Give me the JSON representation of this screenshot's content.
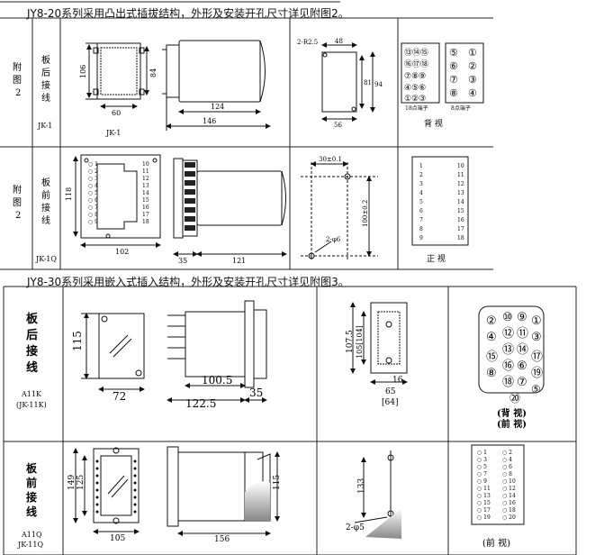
{
  "section1": {
    "heading": "JY8-20系列采用凸出式插拔结构，外形及安装开孔尺寸详见附图2。",
    "rowA": {
      "fig_label": [
        "附",
        "图",
        "2"
      ],
      "wiring_label": [
        "板",
        "后",
        "接",
        "线"
      ],
      "model": "JK-1",
      "side_model": "JK-1",
      "dims": {
        "d106": "106",
        "d84": "84",
        "d60": "60",
        "d124": "124",
        "d146": "146",
        "d2r": "2-R2.5",
        "d48": "48",
        "d81": "81",
        "d94": "94",
        "d56": "56"
      },
      "terminal_18": "18点端子",
      "terminal_8": "8点端子",
      "left_nums": [
        "⑬",
        "⑭",
        "⑮",
        "⑯",
        "⑰",
        "⑱"
      ],
      "right_nums": [
        "⑤",
        "⑥",
        "⑦",
        "⑧",
        "①",
        "②",
        "③",
        "④"
      ],
      "view": "背    视"
    },
    "rowB": {
      "fig_label": [
        "附",
        "图",
        "2"
      ],
      "wiring_label": [
        "板",
        "前",
        "接",
        "线"
      ],
      "model": "JK-1Q",
      "dims": {
        "d118": "118",
        "d102": "102",
        "d35": "35",
        "d121": "121",
        "d30": "30±0.1",
        "d100": "100±0.2",
        "d2phi": "2-φ6"
      },
      "left_terms": [
        "1",
        "2",
        "3",
        "4",
        "5",
        "6",
        "7",
        "8",
        "9"
      ],
      "right_terms": [
        "10",
        "11",
        "12",
        "13",
        "14",
        "15",
        "16",
        "17",
        "18"
      ],
      "view": "正    视"
    }
  },
  "section2": {
    "heading": "JY8-30系列采用嵌入式插入结构，外形及安装开孔尺寸详见附图3。",
    "rowA": {
      "wiring_label": [
        "板",
        "后",
        "接",
        "线"
      ],
      "model1": "A11K",
      "model2": "(JK-11K)",
      "dims": {
        "d115": "115",
        "d72": "72",
        "d1005": "100.5",
        "d1225": "122.5",
        "d35": "35",
        "d1075": "107.5",
        "d105": "105[104]",
        "d16": "16",
        "d65": "65",
        "d64": "[64]"
      },
      "circles": [
        "②",
        "⑩",
        "⑨",
        "①",
        "④",
        "⑫",
        "⑪",
        "③",
        "⑬",
        "⑭",
        "⑮",
        "⑯",
        "⑥",
        "⑰",
        "⑱",
        "⑦",
        "⑧",
        "⑲",
        "⑳",
        "⑤"
      ],
      "view1": "(背  视)",
      "view2": "(前  视)"
    },
    "rowB": {
      "wiring_label": [
        "板",
        "前",
        "接",
        "线"
      ],
      "model1": "A11Q",
      "model2": "JK-11Q",
      "dims": {
        "d149": "149",
        "d125": "125",
        "d105": "105",
        "d156": "156",
        "d115": "115",
        "d133": "133",
        "d2phi": "2-φ5"
      },
      "terms": [
        [
          "1",
          "2"
        ],
        [
          "3",
          "4"
        ],
        [
          "5",
          "6"
        ],
        [
          "7",
          "8"
        ],
        [
          "9",
          "10"
        ],
        [
          "11",
          "12"
        ],
        [
          "13",
          "14"
        ],
        [
          "15",
          "16"
        ],
        [
          "17",
          "18"
        ],
        [
          "19",
          "20"
        ]
      ],
      "view": "(前  视)"
    }
  }
}
